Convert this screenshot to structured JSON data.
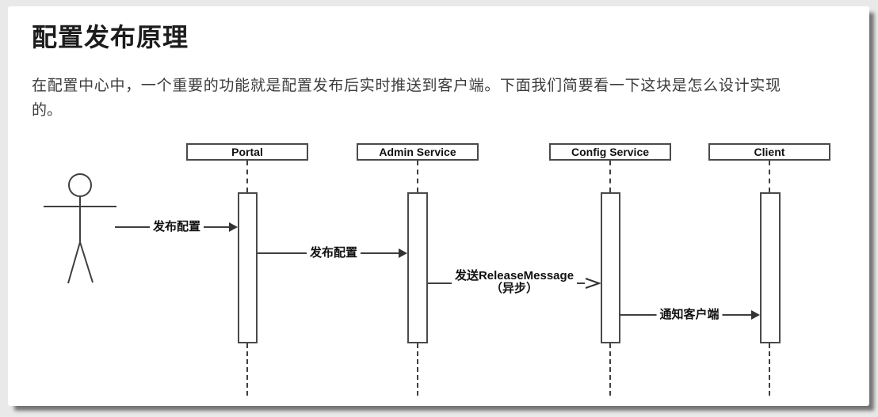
{
  "page": {
    "title": "配置发布原理",
    "paragraph": "在配置中心中，一个重要的功能就是配置发布后实时推送到客户端。下面我们简要看一下这块是怎么设计实现的。"
  },
  "diagram": {
    "type": "uml-sequence",
    "actor": {
      "kind": "stick-figure",
      "label": ""
    },
    "participants": [
      {
        "label": "Portal"
      },
      {
        "label": "Admin Service"
      },
      {
        "label": "Config Service"
      },
      {
        "label": "Client"
      }
    ],
    "messages": [
      {
        "from": "User",
        "to": "Portal",
        "label": "发布配置",
        "style": "sync"
      },
      {
        "from": "Portal",
        "to": "Admin Service",
        "label": "发布配置",
        "style": "sync"
      },
      {
        "from": "Admin Service",
        "to": "Config Service",
        "label": "发送ReleaseMessage",
        "label2": "（异步）",
        "style": "async"
      },
      {
        "from": "Config Service",
        "to": "Client",
        "label": "通知客户端",
        "style": "sync"
      }
    ],
    "colors": {
      "page_bg": "#e9e9e9",
      "card_bg": "#ffffff",
      "line": "#3f3f3f",
      "box_border": "#4a4a4a",
      "text": "#111111",
      "title_text": "#1c1c1c",
      "paragraph_text": "#3c3c3c"
    }
  }
}
